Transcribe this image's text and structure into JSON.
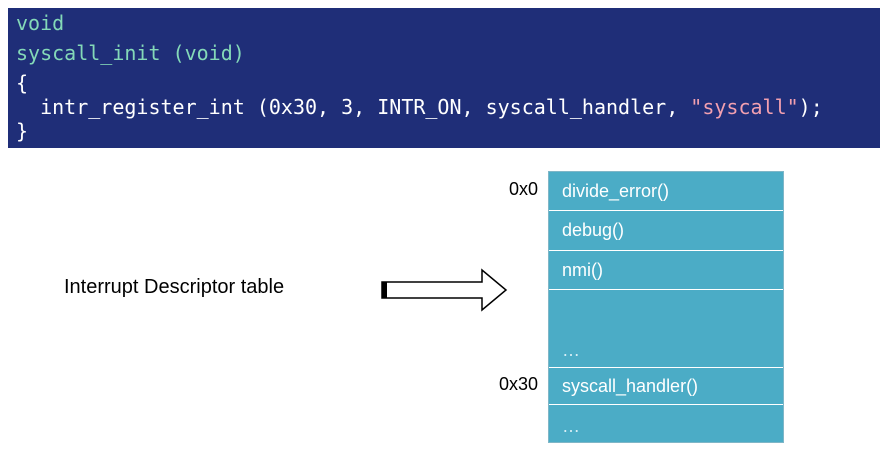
{
  "code": {
    "line1": "void",
    "line2_name": "syscall_init",
    "line2_args": " (void)",
    "line3": "{",
    "line4_call": "  intr_register_int (0x30, 3, INTR_ON, syscall_handler, ",
    "line4_str": "\"syscall\"",
    "line4_end": ");",
    "line5": "}"
  },
  "diagram": {
    "label": "Interrupt Descriptor  table",
    "addresses": {
      "first": "0x0",
      "syscall": "0x30"
    },
    "entries": [
      "divide_error()",
      "debug()",
      "nmi()",
      "…",
      "syscall_handler()",
      "…"
    ]
  },
  "colors": {
    "code_background": "#1f2e78",
    "keyword": "#84d9b8",
    "string": "#f2a0b0",
    "table_fill": "#4bacc6"
  }
}
